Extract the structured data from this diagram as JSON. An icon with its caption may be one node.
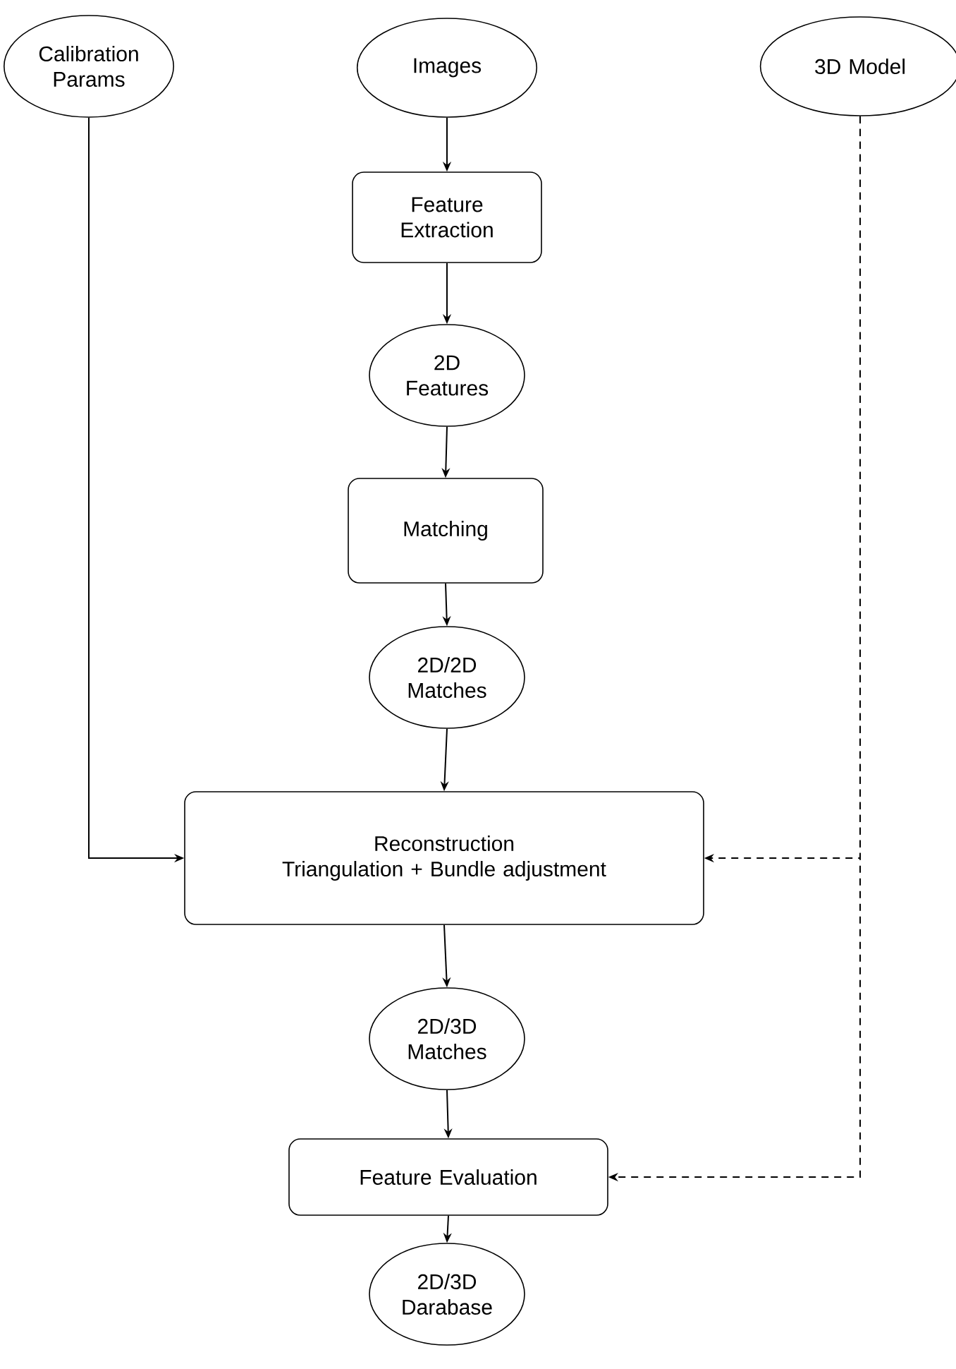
{
  "diagram": {
    "nodes": [
      {
        "text": [
          "Calibration Params"
        ]
      },
      {
        "text": [
          "Images"
        ]
      },
      {
        "text": [
          "3D Model"
        ]
      },
      {
        "text": [
          "Feature Extraction"
        ]
      },
      {
        "text": [
          "2D Features"
        ]
      },
      {
        "text": [
          "Matching"
        ]
      },
      {
        "text": [
          "2D/2D Matches"
        ]
      },
      {
        "text": [
          "Reconstruction",
          "Triangulation + Bundle adjustment"
        ]
      },
      {
        "text": [
          "2D/3D Matches"
        ]
      },
      {
        "text": [
          "Feature Evaluation"
        ]
      },
      {
        "text": [
          "2D/3D Darabase"
        ]
      }
    ],
    "edges": [
      {
        "from": 1,
        "to": 3,
        "arrow": "to"
      },
      {
        "from": 3,
        "to": 4,
        "arrow": "to"
      },
      {
        "from": 4,
        "to": 5,
        "arrow": "to"
      },
      {
        "from": 5,
        "to": 6,
        "arrow": "to"
      },
      {
        "from": 6,
        "to": 7,
        "arrow": "to"
      },
      {
        "from": 0,
        "to": 7,
        "arrow": "to"
      },
      {
        "from": 2,
        "to": 7,
        "arrow": "to",
        "style": "dashed"
      },
      {
        "from": 2,
        "to": 9,
        "arrow": "to",
        "style": "dashed"
      },
      {
        "from": 7,
        "to": 8,
        "arrow": "to"
      },
      {
        "from": 8,
        "to": 9,
        "arrow": "to"
      },
      {
        "from": 9,
        "to": 10,
        "arrow": "to"
      }
    ]
  }
}
